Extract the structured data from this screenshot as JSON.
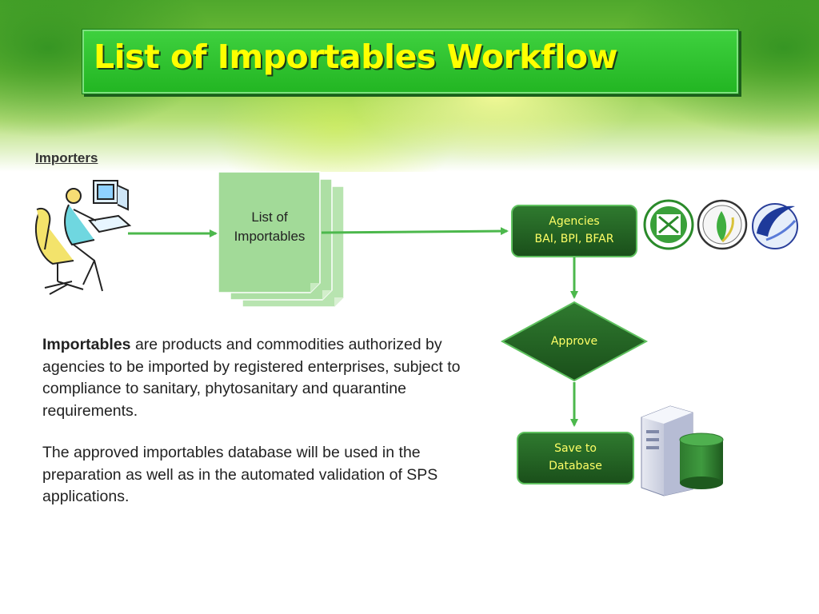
{
  "slide": {
    "title": "List of Importables Workflow",
    "importers_label": "Importers",
    "document_label_line1": "List of",
    "document_label_line2": "Importables",
    "agencies_line1": "Agencies",
    "agencies_line2": "BAI, BPI,  BFAR",
    "approve_label": "Approve",
    "save_line1": "Save to",
    "save_line2": "Database",
    "paragraph1_term": "Importables",
    "paragraph1_rest": " are products and commodities authorized by agencies to be imported by registered enterprises, subject to compliance to sanitary, phytosanitary and quarantine requirements.",
    "paragraph2": "The approved importables database will be used in the preparation as well as in the automated validation of SPS applications."
  },
  "colors": {
    "title_bg": "#2ec42e",
    "title_text": "#ffff00",
    "node_fill": "#1f5e1f",
    "node_text": "#ffff66",
    "arrow": "#4cb84c",
    "document": "#a9dca0"
  },
  "icons": [
    "importer-clipart-icon",
    "bai-seal-icon",
    "bpi-seal-icon",
    "bfar-seal-icon",
    "database-server-icon"
  ]
}
